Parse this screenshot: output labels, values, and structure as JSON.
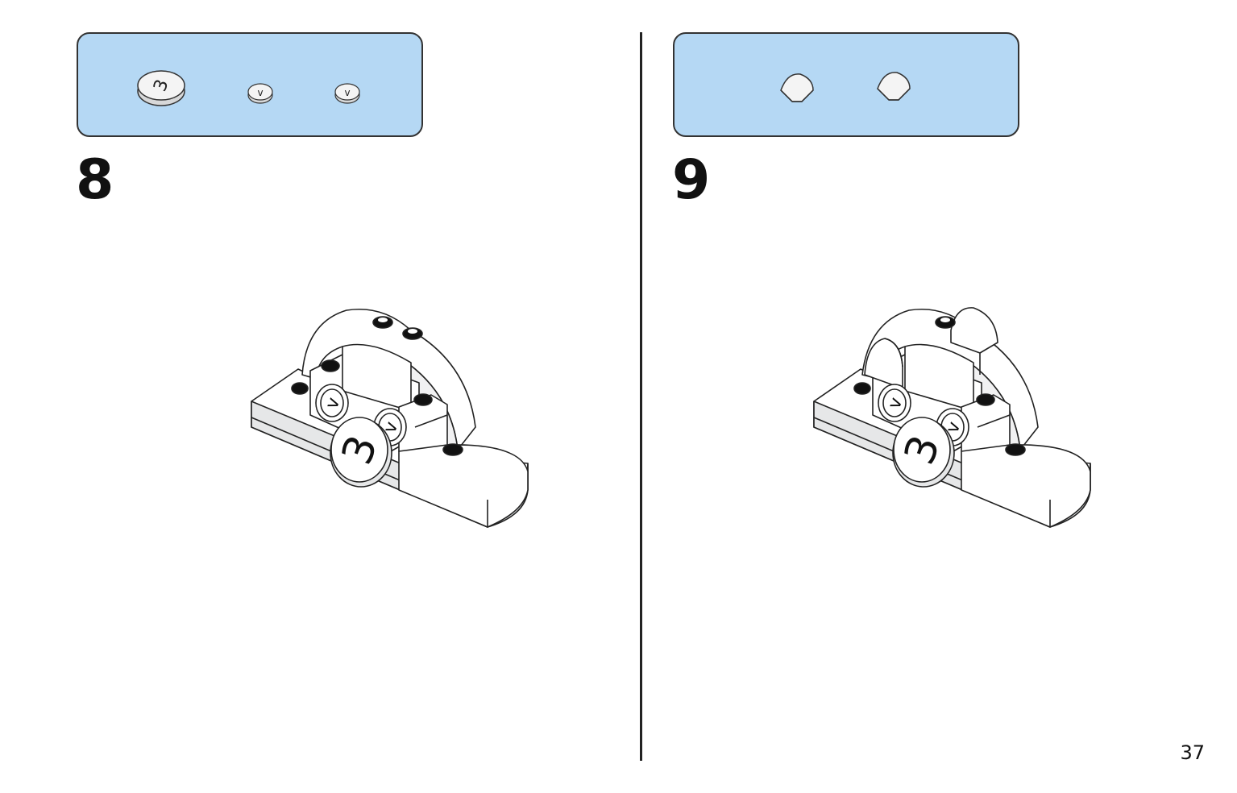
{
  "steps": [
    {
      "number": "8",
      "parts": [
        {
          "icon": "round-tile-number-3-icon",
          "label": "3"
        },
        {
          "icon": "round-tile-arrow-icon",
          "label": "v"
        },
        {
          "icon": "round-tile-arrow-icon",
          "label": "v"
        }
      ],
      "model_tile_labels": {
        "big": "3",
        "small_left": "v",
        "small_right": "v"
      }
    },
    {
      "number": "9",
      "parts": [
        {
          "icon": "curved-slope-brick-icon"
        },
        {
          "icon": "curved-slope-brick-icon"
        }
      ],
      "model_tile_labels": {
        "big": "3",
        "small_left": "v",
        "small_right": "v"
      }
    }
  ],
  "page_number": "37",
  "colors": {
    "parts_box_bg": "#b5d8f4",
    "outline": "#222222",
    "brick_fill": "#ffffff",
    "brick_shade": "#e6e7e8"
  }
}
